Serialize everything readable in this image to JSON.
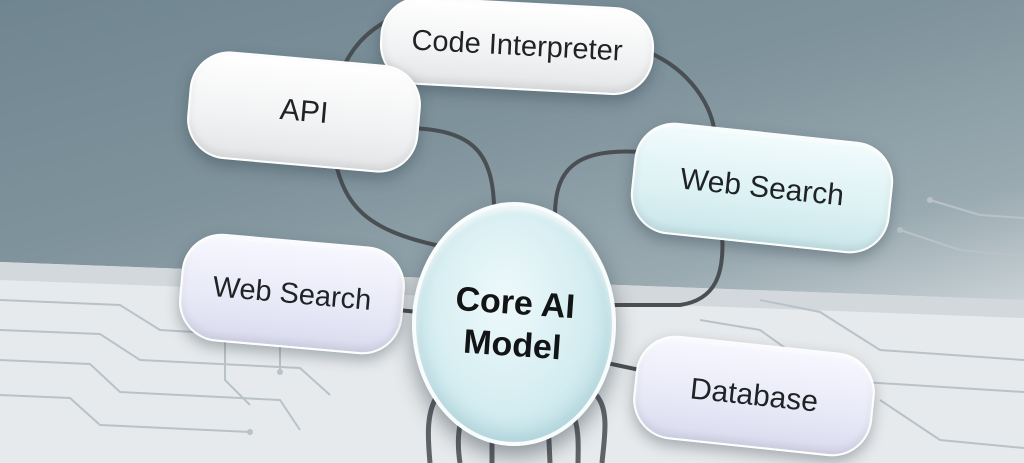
{
  "diagram": {
    "center": {
      "label": "Core AI\nModel"
    },
    "nodes": [
      {
        "id": "code",
        "label": "Code Interpreter"
      },
      {
        "id": "api",
        "label": "API"
      },
      {
        "id": "web1",
        "label": "Web Search"
      },
      {
        "id": "web2",
        "label": "Web Search"
      },
      {
        "id": "db",
        "label": "Database"
      }
    ],
    "colors": {
      "background": "#7f939c",
      "connector": "#4a4f53",
      "node_white": "#f1f2f3",
      "node_cyan": "#dcf1f3",
      "node_lavender": "#e8e9f7",
      "core": "#d4edf1"
    }
  }
}
